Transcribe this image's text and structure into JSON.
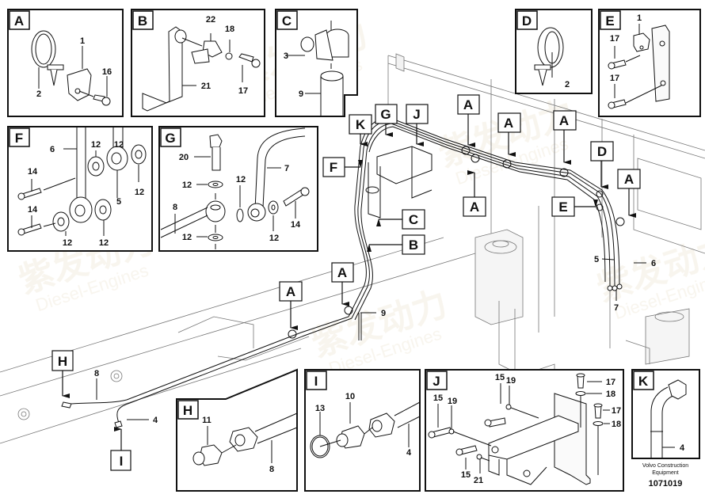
{
  "diagram": {
    "caption": {
      "brand_line1": "Volvo Construction",
      "brand_line2": "Equipment",
      "drawing_number": "1071019"
    },
    "watermark": {
      "cn_text": "紫发动力",
      "en_text": "Diesel-Engines"
    },
    "detail_panels": [
      {
        "id": "A",
        "title": "A",
        "parts": [
          "1",
          "2",
          "16"
        ]
      },
      {
        "id": "B",
        "title": "B",
        "parts": [
          "22",
          "18",
          "21",
          "17"
        ]
      },
      {
        "id": "C",
        "title": "C",
        "parts": [
          "3",
          "9"
        ]
      },
      {
        "id": "D",
        "title": "D",
        "parts": [
          "2"
        ]
      },
      {
        "id": "E",
        "title": "E",
        "parts": [
          "1",
          "17",
          "17"
        ]
      },
      {
        "id": "F",
        "title": "F",
        "parts": [
          "6",
          "12",
          "12",
          "14",
          "5",
          "12",
          "14",
          "12",
          "12"
        ]
      },
      {
        "id": "G",
        "title": "G",
        "parts": [
          "20",
          "7",
          "12",
          "12",
          "8",
          "14",
          "12",
          "12"
        ]
      },
      {
        "id": "H",
        "title": "H",
        "parts": [
          "11",
          "8"
        ]
      },
      {
        "id": "I",
        "title": "I",
        "parts": [
          "10",
          "13",
          "4"
        ]
      },
      {
        "id": "J",
        "title": "J",
        "parts": [
          "15",
          "19",
          "17",
          "18",
          "15",
          "19",
          "17",
          "18",
          "15",
          "21"
        ]
      },
      {
        "id": "K",
        "title": "K",
        "parts": [
          "4"
        ]
      }
    ],
    "callouts": {
      "K": "K",
      "G": "G",
      "J": "J",
      "F": "F",
      "C": "C",
      "B": "B",
      "A": "A",
      "D": "D",
      "E": "E",
      "H": "H",
      "I": "I"
    },
    "main_part_numbers": {
      "p5": "5",
      "p6": "6",
      "p7": "7",
      "p9": "9",
      "p8": "8",
      "p4": "4"
    },
    "labels": {
      "a1": "1",
      "a2": "2",
      "a16": "16",
      "b22": "22",
      "b18": "18",
      "b21": "21",
      "b17": "17",
      "c3": "3",
      "c9": "9",
      "d2": "2",
      "e1": "1",
      "e17a": "17",
      "e17b": "17",
      "f6": "6",
      "f12a": "12",
      "f12b": "12",
      "f12c": "12",
      "f14a": "14",
      "f5": "5",
      "f14b": "14",
      "f12d": "12",
      "f12e": "12",
      "g20": "20",
      "g7": "7",
      "g12a": "12",
      "g12b": "12",
      "g8": "8",
      "g14": "14",
      "g12c": "12",
      "g12d": "12",
      "h11": "11",
      "h8": "8",
      "i10": "10",
      "i13": "13",
      "i4": "4",
      "j15a": "15",
      "j19a": "19",
      "j17a": "17",
      "j18a": "18",
      "j15b": "15",
      "j19b": "19",
      "j17b": "17",
      "j18b": "18",
      "j15c": "15",
      "j21": "21",
      "k4": "4"
    }
  }
}
